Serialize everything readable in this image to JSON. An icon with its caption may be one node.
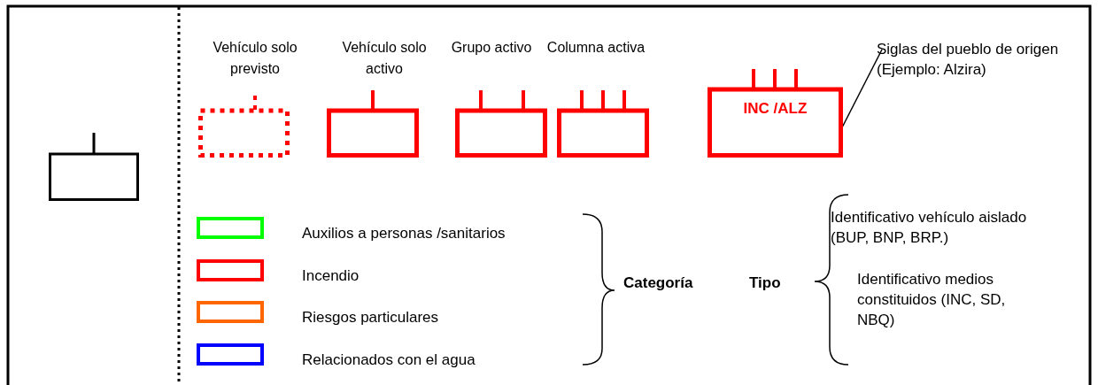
{
  "diagram": {
    "nodes": [
      {
        "text": [],
        "shape": "box"
      },
      {
        "text": [],
        "shape": "box",
        "beside": [
          "Vehículo solo previsto"
        ]
      },
      {
        "text": [],
        "shape": "box",
        "beside": [
          "Vehículo solo activo"
        ]
      },
      {
        "text": [],
        "shape": "box",
        "beside": [
          "Grupo activo"
        ]
      },
      {
        "text": [],
        "shape": "box",
        "beside": [
          "Columna activa"
        ]
      },
      {
        "text": [
          "INC /ALZ"
        ]
      },
      {
        "text": [
          "Siglas del pueblo de origen (Ejemplo: Alzira)"
        ]
      }
    ],
    "edges": [
      {
        "from": 6,
        "to": 5,
        "arrow": "none"
      }
    ],
    "labels": [
      "Categoría",
      "Tipo",
      "Identificativo vehículo aislado (BUP, BNP, BRP.)",
      "Identificativo medios constituidos (INC, SD, NBQ)"
    ],
    "legend": [
      {
        "text": "Auxilios a personas /sanitarios",
        "color": "#00ff00"
      },
      {
        "text": "Incendio",
        "color": "#ff0000"
      },
      {
        "text": "Riesgos particulares",
        "color": "#ff6600"
      },
      {
        "text": "Relacionados con el agua",
        "color": "#0000ff"
      }
    ]
  }
}
